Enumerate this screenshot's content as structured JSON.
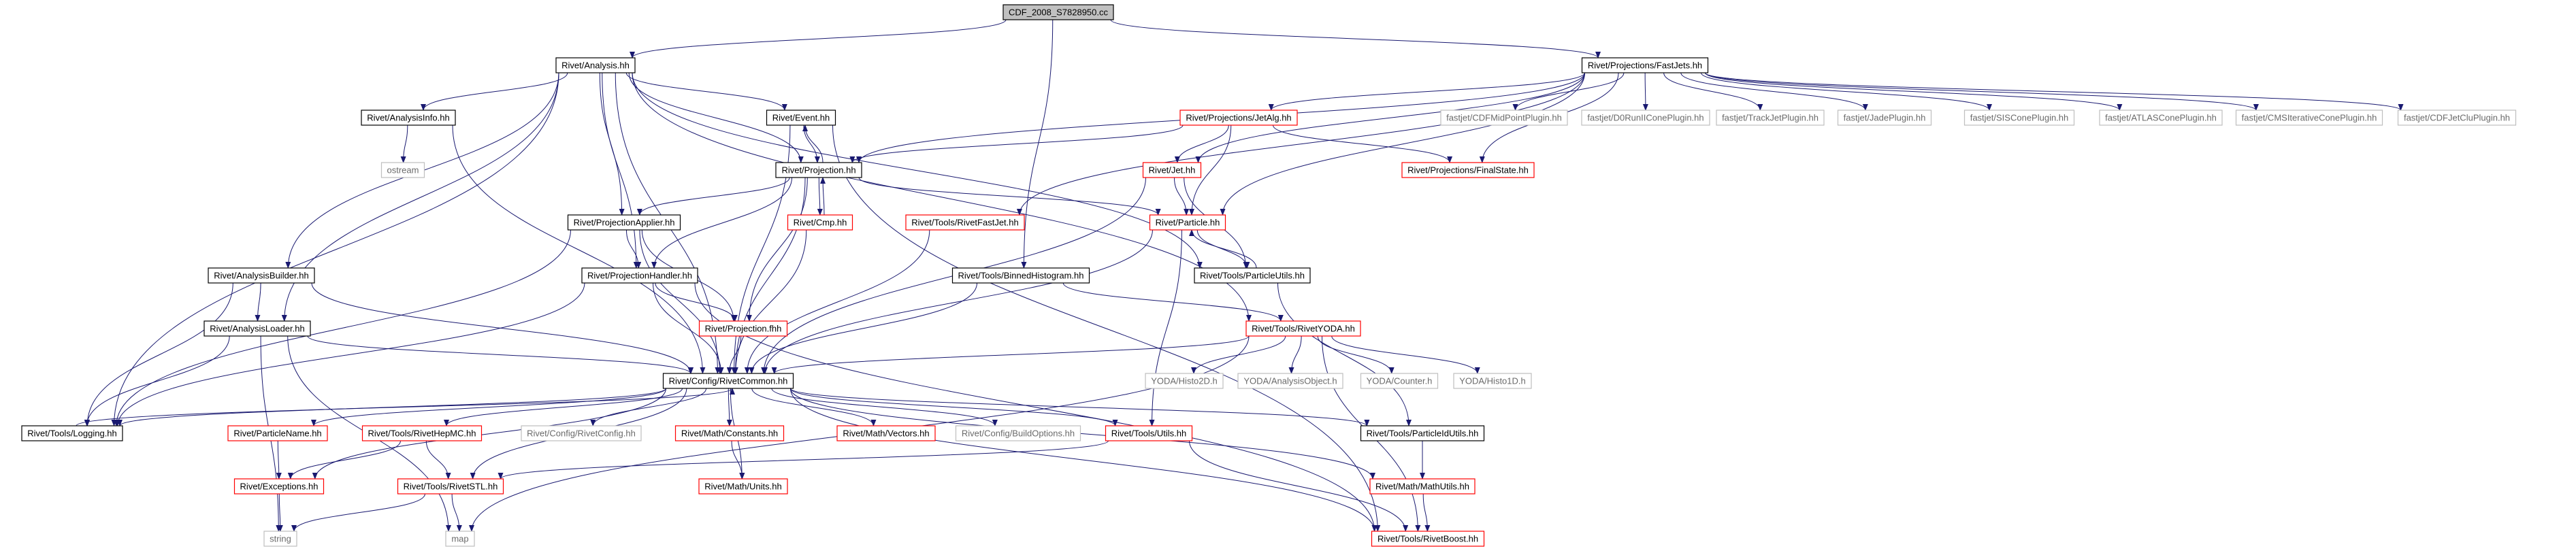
{
  "title": "CDF_2008_S7828950.cc",
  "colors": {
    "root_fill": "#c0c0c0",
    "normal_border": "#000000",
    "expandable_border": "#ff0000",
    "external_border": "#bfbfbf",
    "external_text": "#6a6a6a",
    "edge": "#191970"
  },
  "nodes": [
    {
      "id": "root",
      "label": "CDF_2008_S7828950.cc",
      "kind": "root"
    },
    {
      "id": "analysis",
      "label": "Rivet/Analysis.hh",
      "kind": "normal"
    },
    {
      "id": "fastjets",
      "label": "Rivet/Projections/FastJets.hh",
      "kind": "normal"
    },
    {
      "id": "analysisinfo",
      "label": "Rivet/AnalysisInfo.hh",
      "kind": "normal"
    },
    {
      "id": "event",
      "label": "Rivet/Event.hh",
      "kind": "normal"
    },
    {
      "id": "jetalg",
      "label": "Rivet/Projections/JetAlg.hh",
      "kind": "expandable"
    },
    {
      "id": "cdfmidpoint",
      "label": "fastjet/CDFMidPointPlugin.hh",
      "kind": "external"
    },
    {
      "id": "d0runii",
      "label": "fastjet/D0RunIIConePlugin.hh",
      "kind": "external"
    },
    {
      "id": "trackjet",
      "label": "fastjet/TrackJetPlugin.hh",
      "kind": "external"
    },
    {
      "id": "jade",
      "label": "fastjet/JadePlugin.hh",
      "kind": "external"
    },
    {
      "id": "siscone",
      "label": "fastjet/SISConePlugin.hh",
      "kind": "external"
    },
    {
      "id": "atlascone",
      "label": "fastjet/ATLASConePlugin.hh",
      "kind": "external"
    },
    {
      "id": "cmsiterative",
      "label": "fastjet/CMSIterativeConePlugin.hh",
      "kind": "external"
    },
    {
      "id": "cdfjetclu",
      "label": "fastjet/CDFJetCluPlugin.hh",
      "kind": "external"
    },
    {
      "id": "ostream",
      "label": "ostream",
      "kind": "external"
    },
    {
      "id": "projection",
      "label": "Rivet/Projection.hh",
      "kind": "normal"
    },
    {
      "id": "jet",
      "label": "Rivet/Jet.hh",
      "kind": "expandable"
    },
    {
      "id": "finalstate",
      "label": "Rivet/Projections/FinalState.hh",
      "kind": "expandable"
    },
    {
      "id": "projapplier",
      "label": "Rivet/ProjectionApplier.hh",
      "kind": "normal"
    },
    {
      "id": "cmp",
      "label": "Rivet/Cmp.hh",
      "kind": "expandable"
    },
    {
      "id": "rivetfastjet",
      "label": "Rivet/Tools/RivetFastJet.hh",
      "kind": "expandable"
    },
    {
      "id": "particle",
      "label": "Rivet/Particle.hh",
      "kind": "expandable"
    },
    {
      "id": "particleutils",
      "label": "Rivet/Tools/ParticleUtils.hh",
      "kind": "normal"
    },
    {
      "id": "analysisbuilder",
      "label": "Rivet/AnalysisBuilder.hh",
      "kind": "normal"
    },
    {
      "id": "projhandler",
      "label": "Rivet/ProjectionHandler.hh",
      "kind": "normal"
    },
    {
      "id": "binnedhisto",
      "label": "Rivet/Tools/BinnedHistogram.hh",
      "kind": "normal"
    },
    {
      "id": "rivetyoda",
      "label": "Rivet/Tools/RivetYODA.hh",
      "kind": "expandable"
    },
    {
      "id": "analysisloader",
      "label": "Rivet/AnalysisLoader.hh",
      "kind": "normal"
    },
    {
      "id": "projectionfhh",
      "label": "Rivet/Projection.fhh",
      "kind": "expandable"
    },
    {
      "id": "histo2d",
      "label": "YODA/Histo2D.h",
      "kind": "external"
    },
    {
      "id": "analysisobject",
      "label": "YODA/AnalysisObject.h",
      "kind": "external"
    },
    {
      "id": "counter",
      "label": "YODA/Counter.h",
      "kind": "external"
    },
    {
      "id": "histo1d",
      "label": "YODA/Histo1D.h",
      "kind": "external"
    },
    {
      "id": "rivetcommon",
      "label": "Rivet/Config/RivetCommon.hh",
      "kind": "normal"
    },
    {
      "id": "logging",
      "label": "Rivet/Tools/Logging.hh",
      "kind": "normal"
    },
    {
      "id": "particlename",
      "label": "Rivet/ParticleName.hh",
      "kind": "expandable"
    },
    {
      "id": "rivethepmc",
      "label": "Rivet/Tools/RivetHepMC.hh",
      "kind": "expandable"
    },
    {
      "id": "rivetconfig",
      "label": "Rivet/Config/RivetConfig.hh",
      "kind": "external"
    },
    {
      "id": "constants",
      "label": "Rivet/Math/Constants.hh",
      "kind": "expandable"
    },
    {
      "id": "vectors",
      "label": "Rivet/Math/Vectors.hh",
      "kind": "expandable"
    },
    {
      "id": "buildoptions",
      "label": "Rivet/Config/BuildOptions.hh",
      "kind": "external"
    },
    {
      "id": "toolsutils",
      "label": "Rivet/Tools/Utils.hh",
      "kind": "expandable"
    },
    {
      "id": "particleidutils",
      "label": "Rivet/Tools/ParticleIdUtils.hh",
      "kind": "normal"
    },
    {
      "id": "exceptions",
      "label": "Rivet/Exceptions.hh",
      "kind": "expandable"
    },
    {
      "id": "rivetstl",
      "label": "Rivet/Tools/RivetSTL.hh",
      "kind": "expandable"
    },
    {
      "id": "units",
      "label": "Rivet/Math/Units.hh",
      "kind": "expandable"
    },
    {
      "id": "mathutils",
      "label": "Rivet/Math/MathUtils.hh",
      "kind": "expandable"
    },
    {
      "id": "string",
      "label": "string",
      "kind": "external"
    },
    {
      "id": "map",
      "label": "map",
      "kind": "external"
    },
    {
      "id": "rivetboost",
      "label": "Rivet/Tools/RivetBoost.hh",
      "kind": "expandable"
    }
  ],
  "edges": [
    [
      "root",
      "analysis"
    ],
    [
      "root",
      "fastjets"
    ],
    [
      "root",
      "binnedhisto"
    ],
    [
      "analysis",
      "analysisinfo"
    ],
    [
      "analysis",
      "event"
    ],
    [
      "analysis",
      "projection"
    ],
    [
      "analysis",
      "projapplier"
    ],
    [
      "analysis",
      "projhandler"
    ],
    [
      "analysis",
      "analysisbuilder"
    ],
    [
      "analysis",
      "analysisloader"
    ],
    [
      "analysis",
      "rivetcommon"
    ],
    [
      "analysis",
      "logging"
    ],
    [
      "analysis",
      "rivetyoda"
    ],
    [
      "analysis",
      "particleutils"
    ],
    [
      "fastjets",
      "jetalg"
    ],
    [
      "fastjets",
      "projection"
    ],
    [
      "fastjets",
      "jet"
    ],
    [
      "fastjets",
      "particle"
    ],
    [
      "fastjets",
      "finalstate"
    ],
    [
      "fastjets",
      "rivetfastjet"
    ],
    [
      "fastjets",
      "cdfmidpoint"
    ],
    [
      "fastjets",
      "d0runii"
    ],
    [
      "fastjets",
      "trackjet"
    ],
    [
      "fastjets",
      "jade"
    ],
    [
      "fastjets",
      "siscone"
    ],
    [
      "fastjets",
      "atlascone"
    ],
    [
      "fastjets",
      "cmsiterative"
    ],
    [
      "fastjets",
      "cdfjetclu"
    ],
    [
      "analysisinfo",
      "ostream"
    ],
    [
      "analysisinfo",
      "rivetcommon"
    ],
    [
      "event",
      "projection"
    ],
    [
      "event",
      "rivetcommon"
    ],
    [
      "event",
      "rivetboost"
    ],
    [
      "jetalg",
      "projection"
    ],
    [
      "jetalg",
      "jet"
    ],
    [
      "jetalg",
      "particle"
    ],
    [
      "jetalg",
      "finalstate"
    ],
    [
      "projection",
      "event"
    ],
    [
      "projection",
      "cmp"
    ],
    [
      "projection",
      "projapplier"
    ],
    [
      "projection",
      "projhandler"
    ],
    [
      "projection",
      "projectionfhh"
    ],
    [
      "projection",
      "rivetcommon"
    ],
    [
      "projection",
      "particle"
    ],
    [
      "cmp",
      "projection"
    ],
    [
      "cmp",
      "rivetcommon"
    ],
    [
      "jet",
      "particle"
    ],
    [
      "jet",
      "rivetcommon"
    ],
    [
      "jet",
      "particleutils"
    ],
    [
      "rivetfastjet",
      "rivetcommon"
    ],
    [
      "particle",
      "particleutils"
    ],
    [
      "particle",
      "rivetcommon"
    ],
    [
      "particle",
      "toolsutils"
    ],
    [
      "particleutils",
      "particle"
    ],
    [
      "particleutils",
      "particleidutils"
    ],
    [
      "projapplier",
      "projhandler"
    ],
    [
      "projapplier",
      "projectionfhh"
    ],
    [
      "projapplier",
      "rivetcommon"
    ],
    [
      "projapplier",
      "logging"
    ],
    [
      "analysisbuilder",
      "analysisloader"
    ],
    [
      "analysisbuilder",
      "rivetcommon"
    ],
    [
      "analysisbuilder",
      "logging"
    ],
    [
      "projhandler",
      "projectionfhh"
    ],
    [
      "projhandler",
      "rivetcommon"
    ],
    [
      "projhandler",
      "logging"
    ],
    [
      "projhandler",
      "rivetboost"
    ],
    [
      "binnedhisto",
      "rivetcommon"
    ],
    [
      "binnedhisto",
      "rivetyoda"
    ],
    [
      "rivetyoda",
      "rivetcommon"
    ],
    [
      "rivetyoda",
      "histo2d"
    ],
    [
      "rivetyoda",
      "analysisobject"
    ],
    [
      "rivetyoda",
      "counter"
    ],
    [
      "rivetyoda",
      "histo1d"
    ],
    [
      "rivetyoda",
      "rivetboost"
    ],
    [
      "rivetyoda",
      "map"
    ],
    [
      "analysisloader",
      "rivetcommon"
    ],
    [
      "analysisloader",
      "string"
    ],
    [
      "analysisloader",
      "map"
    ],
    [
      "analysisloader",
      "logging"
    ],
    [
      "projectionfhh",
      "rivetcommon"
    ],
    [
      "rivetcommon",
      "logging"
    ],
    [
      "rivetcommon",
      "particlename"
    ],
    [
      "rivetcommon",
      "rivethepmc"
    ],
    [
      "rivetcommon",
      "rivetconfig"
    ],
    [
      "rivetcommon",
      "constants"
    ],
    [
      "rivetcommon",
      "vectors"
    ],
    [
      "rivetcommon",
      "buildoptions"
    ],
    [
      "rivetcommon",
      "toolsutils"
    ],
    [
      "rivetcommon",
      "particleidutils"
    ],
    [
      "rivetcommon",
      "exceptions"
    ],
    [
      "rivetcommon",
      "rivetstl"
    ],
    [
      "rivetcommon",
      "units"
    ],
    [
      "rivetcommon",
      "mathutils"
    ],
    [
      "rivetcommon",
      "rivetboost"
    ],
    [
      "logging",
      "rivetcommon"
    ],
    [
      "particlename",
      "exceptions"
    ],
    [
      "rivethepmc",
      "exceptions"
    ],
    [
      "rivethepmc",
      "rivetstl"
    ],
    [
      "constants",
      "units"
    ],
    [
      "toolsutils",
      "rivetstl"
    ],
    [
      "toolsutils",
      "rivetboost"
    ],
    [
      "particleidutils",
      "mathutils"
    ],
    [
      "exceptions",
      "string"
    ],
    [
      "rivetstl",
      "string"
    ],
    [
      "rivetstl",
      "map"
    ],
    [
      "mathutils",
      "rivetboost"
    ]
  ]
}
